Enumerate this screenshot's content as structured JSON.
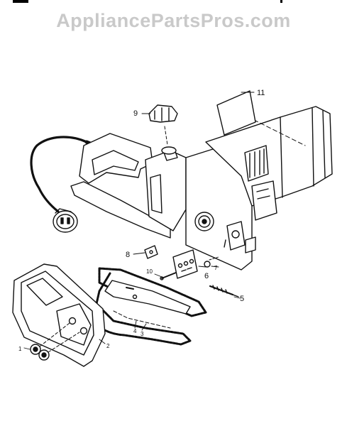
{
  "watermark": "AppliancePartsPros.com",
  "parts": [
    {
      "id": "p1",
      "label": "1"
    },
    {
      "id": "p2",
      "label": "2"
    },
    {
      "id": "p3",
      "label": "3"
    },
    {
      "id": "p4",
      "label": "4"
    },
    {
      "id": "p5",
      "label": "5"
    },
    {
      "id": "p6",
      "label": "6"
    },
    {
      "id": "p7",
      "label": "7"
    },
    {
      "id": "p8",
      "label": "8"
    },
    {
      "id": "p9",
      "label": "9"
    },
    {
      "id": "p10",
      "label": "10"
    },
    {
      "id": "p11",
      "label": "11"
    }
  ]
}
